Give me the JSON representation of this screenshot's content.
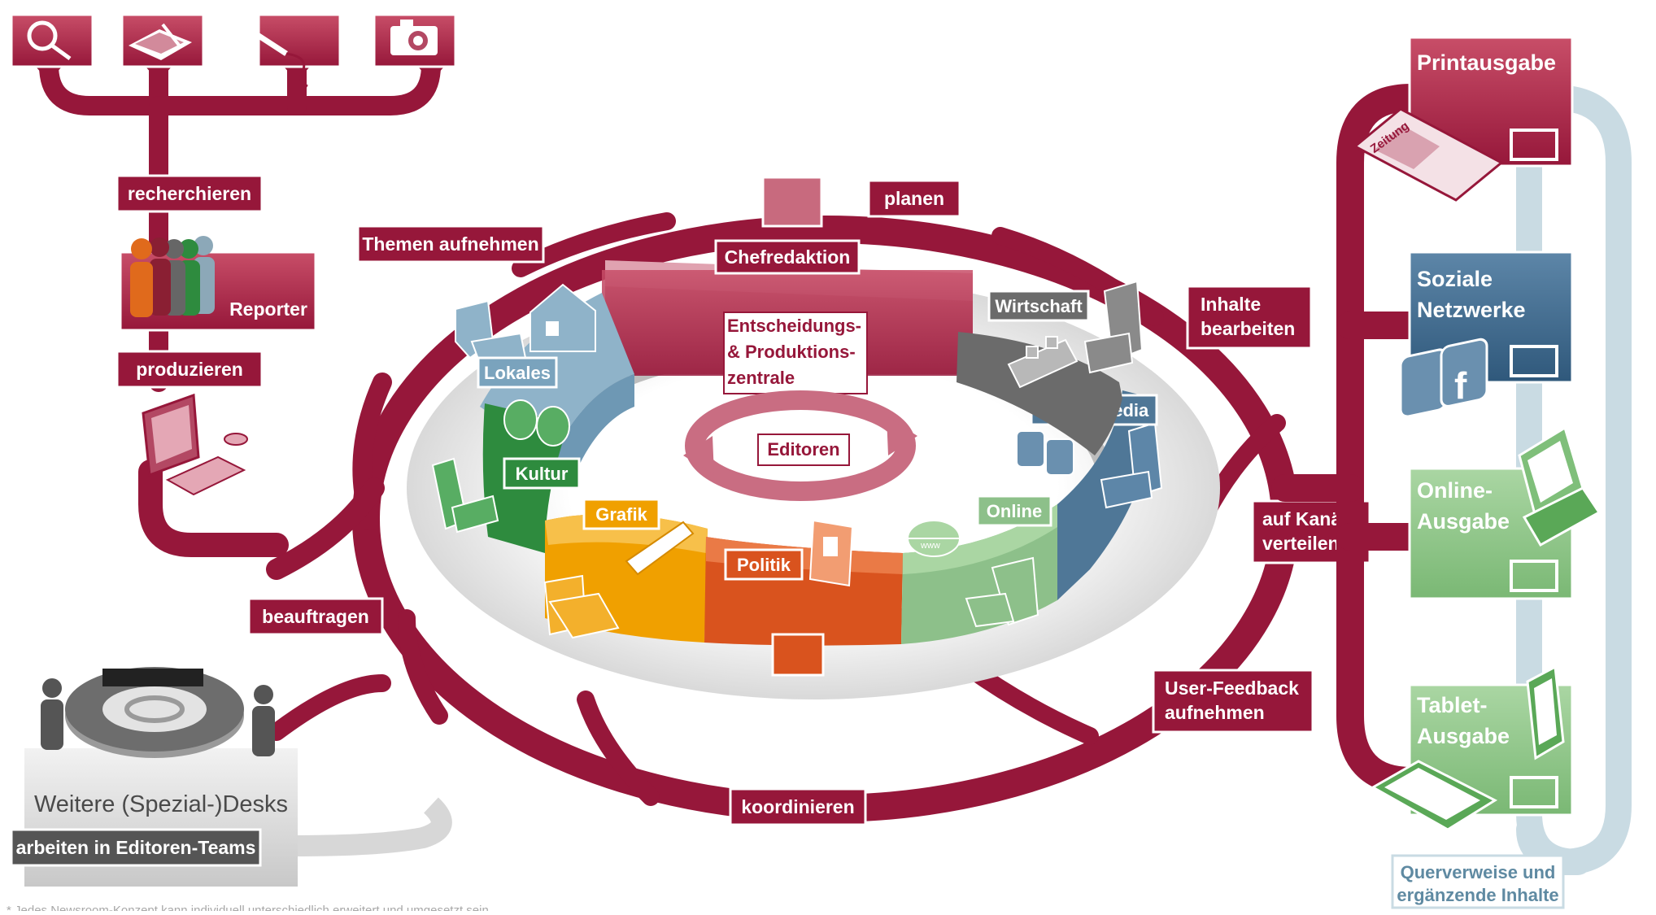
{
  "tools": [
    {
      "icon": "magnifier-icon"
    },
    {
      "icon": "notepad-icon"
    },
    {
      "icon": "microphone-icon"
    },
    {
      "icon": "camera-icon"
    }
  ],
  "workflow": {
    "recherchieren": "recherchieren",
    "reporter": "Reporter",
    "produzieren": "produzieren",
    "themen_aufnehmen": "Themen aufnehmen",
    "planen": "planen",
    "inhalte_bearbeiten_1": "Inhalte",
    "inhalte_bearbeiten_2": "bearbeiten",
    "auf_kanaele_1": "auf Kanäle",
    "auf_kanaele_2": "verteilen",
    "user_feedback_1": "User-Feedback",
    "user_feedback_2": "aufnehmen",
    "beauftragen": "beauftragen",
    "koordinieren": "koordinieren"
  },
  "center": {
    "chefredaktion": "Chefredaktion",
    "zentrale_1": "Entscheidungs-",
    "zentrale_2": "& Produktions-",
    "zentrale_3": "zentrale",
    "editoren": "Editoren"
  },
  "desks": [
    {
      "label": "Lokales",
      "color": "#7aa3bd"
    },
    {
      "label": "Kultur",
      "color": "#2e8b3e"
    },
    {
      "label": "Grafik",
      "color": "#f0a000"
    },
    {
      "label": "Politik",
      "color": "#d9531e"
    },
    {
      "label": "Online",
      "color": "#8dc08a"
    },
    {
      "label": "Social-Media",
      "color": "#4f7797"
    },
    {
      "label": "Wirtschaft",
      "color": "#6b6b6b"
    }
  ],
  "channels": [
    {
      "label_1": "Printausgabe",
      "label_2": "",
      "icon": "newspaper-icon",
      "icon_text": "Zeitung",
      "color": "#a0213d"
    },
    {
      "label_1": "Soziale",
      "label_2": "Netzwerke",
      "icon": "social-network-icon",
      "color": "#3f6b8e"
    },
    {
      "label_1": "Online-",
      "label_2": "Ausgabe",
      "icon": "laptop-icon",
      "color": "#7fbf7a"
    },
    {
      "label_1": "Tablet-",
      "label_2": "Ausgabe",
      "icon": "tablet-icon",
      "color": "#8cc689"
    }
  ],
  "cross_reference": {
    "line_1": "Querverweise und",
    "line_2": "ergänzende Inhalte"
  },
  "special_desks": {
    "title": "Weitere (Spezial-)Desks",
    "subtitle": "arbeiten in Editoren-Teams"
  },
  "footnote": "* Jedes Newsroom-Konzept kann individuell unterschiedlich erweitert und umgesetzt sein",
  "colors": {
    "main": "#96173a",
    "light_blue": "#c9dbe3",
    "label_bg": "#96173a"
  }
}
